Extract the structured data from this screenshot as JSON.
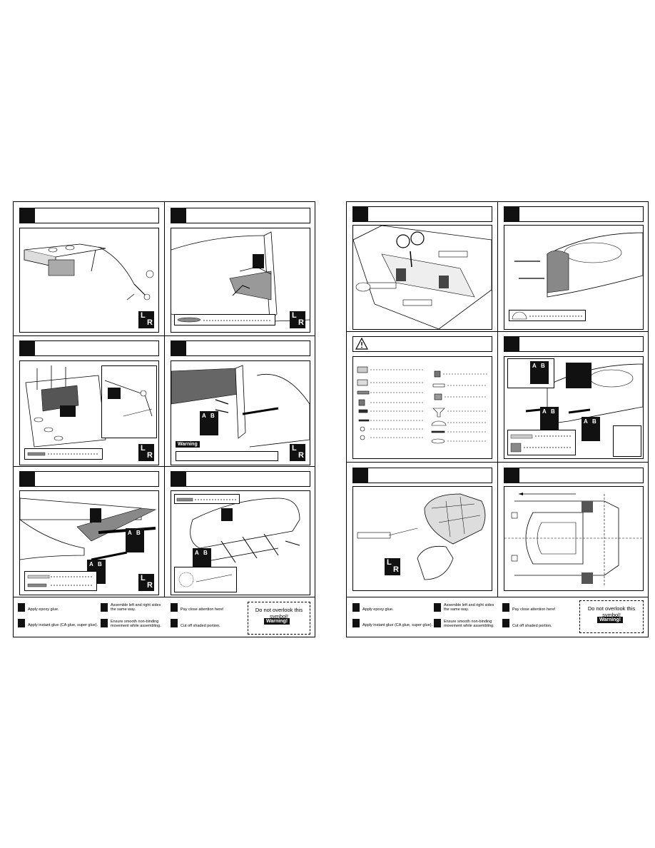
{
  "legend": {
    "epoxy": "Apply epoxy glue.",
    "instant": "Apply instant glue (CA glue, super glue).",
    "assemble": "Assemble left and right sides\nthe same way.",
    "smooth_left": "Ensure smooth non-binding\nmovement while assembling.",
    "smooth_right": "Ensure smooth non-binding\nmovement while assembling.",
    "attention_left": "Pay close attention here!",
    "attention_right": "Pay close attention here!",
    "cut": "Cut off shaded portion.",
    "overlook": "Do not overlook this symbol!",
    "warning_label": "Warning!"
  },
  "labels": {
    "warning_inline": "Warning",
    "lr_left": "L",
    "lr_right": "R",
    "glue_a": "A",
    "glue_b": "B"
  },
  "colors": {
    "ink": "#000000",
    "fill_dark": "#111111",
    "paper": "#ffffff",
    "shade": "#9a9a9a"
  }
}
